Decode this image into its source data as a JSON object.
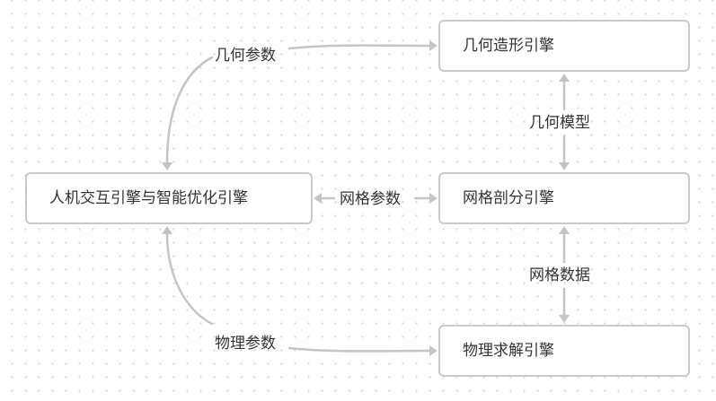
{
  "nodes": {
    "hci": "人机交互引擎与智能优化引擎",
    "geometry": "几何造形引擎",
    "mesh": "网格剖分引擎",
    "physics": "物理求解引擎"
  },
  "edges": {
    "geometry_params": "几何参数",
    "mesh_params": "网格参数",
    "physics_params": "物理参数",
    "geometry_model": "几何模型",
    "mesh_data": "网格数据"
  },
  "colors": {
    "node_border": "#c9c9c9",
    "edge": "#c4c4c4",
    "text": "#333333",
    "grid_dot": "#d6d6d6"
  }
}
